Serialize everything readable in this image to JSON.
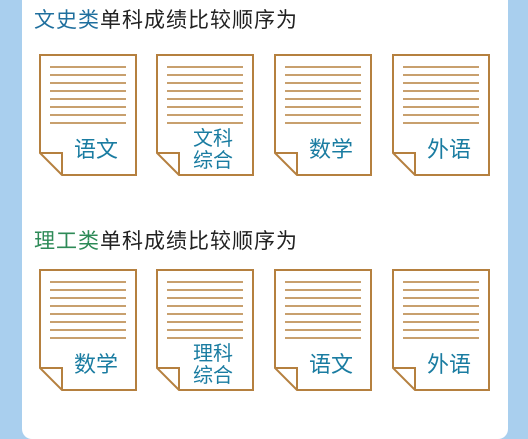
{
  "sections": [
    {
      "heading_accent": "文史类",
      "heading_rest": "单科成绩比较顺序为",
      "subjects": [
        "语文",
        "文科\n综合",
        "数学",
        "外语"
      ]
    },
    {
      "heading_accent": "理工类",
      "heading_rest": "单科成绩比较顺序为",
      "subjects": [
        "数学",
        "理科\n综合",
        "语文",
        "外语"
      ]
    }
  ],
  "colors": {
    "background": "#a9cfee",
    "panel": "#ffffff",
    "doc_border": "#b5803f",
    "doc_lines": "#b5803f",
    "label_text": "#1a7ca1",
    "accent_liberal": "#1f6f9e",
    "accent_science": "#2d8a57"
  },
  "icons": [
    "document-icon"
  ]
}
